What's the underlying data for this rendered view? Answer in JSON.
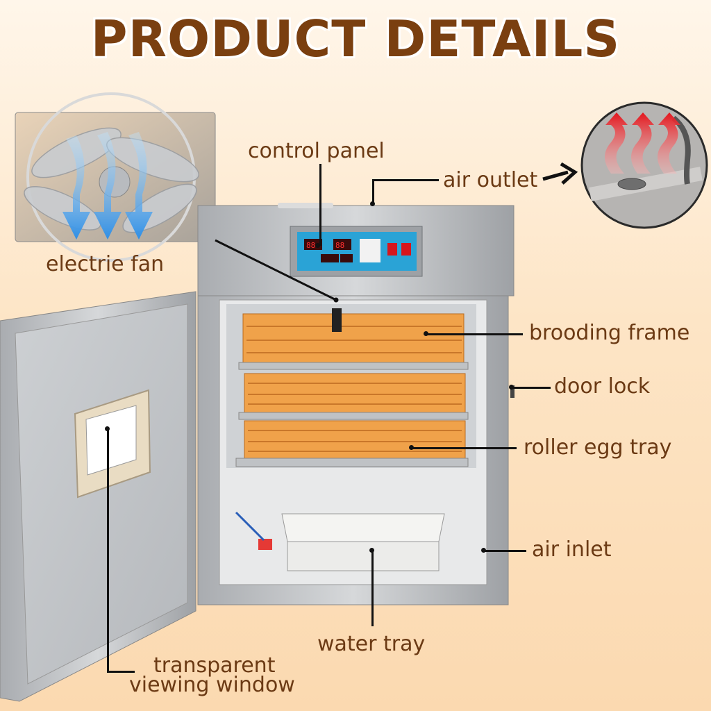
{
  "title": "PRODUCT DETAILS",
  "labels": {
    "control_panel": "control panel",
    "air_outlet": "air outlet",
    "electric_fan": "electrie fan",
    "brooding_frame": "brooding frame",
    "door_lock": "door lock",
    "roller_egg_tray": "roller egg tray",
    "air_inlet": "air inlet",
    "water_tray": "water tray",
    "viewing_window_line1": "transparent",
    "viewing_window_line2": "viewing window"
  },
  "colors": {
    "title": "#7a3f10",
    "label": "#6b3a14",
    "tray": "#f0a24a",
    "panel": "#2aa3d6",
    "cabinet": "#b9bcc0"
  }
}
